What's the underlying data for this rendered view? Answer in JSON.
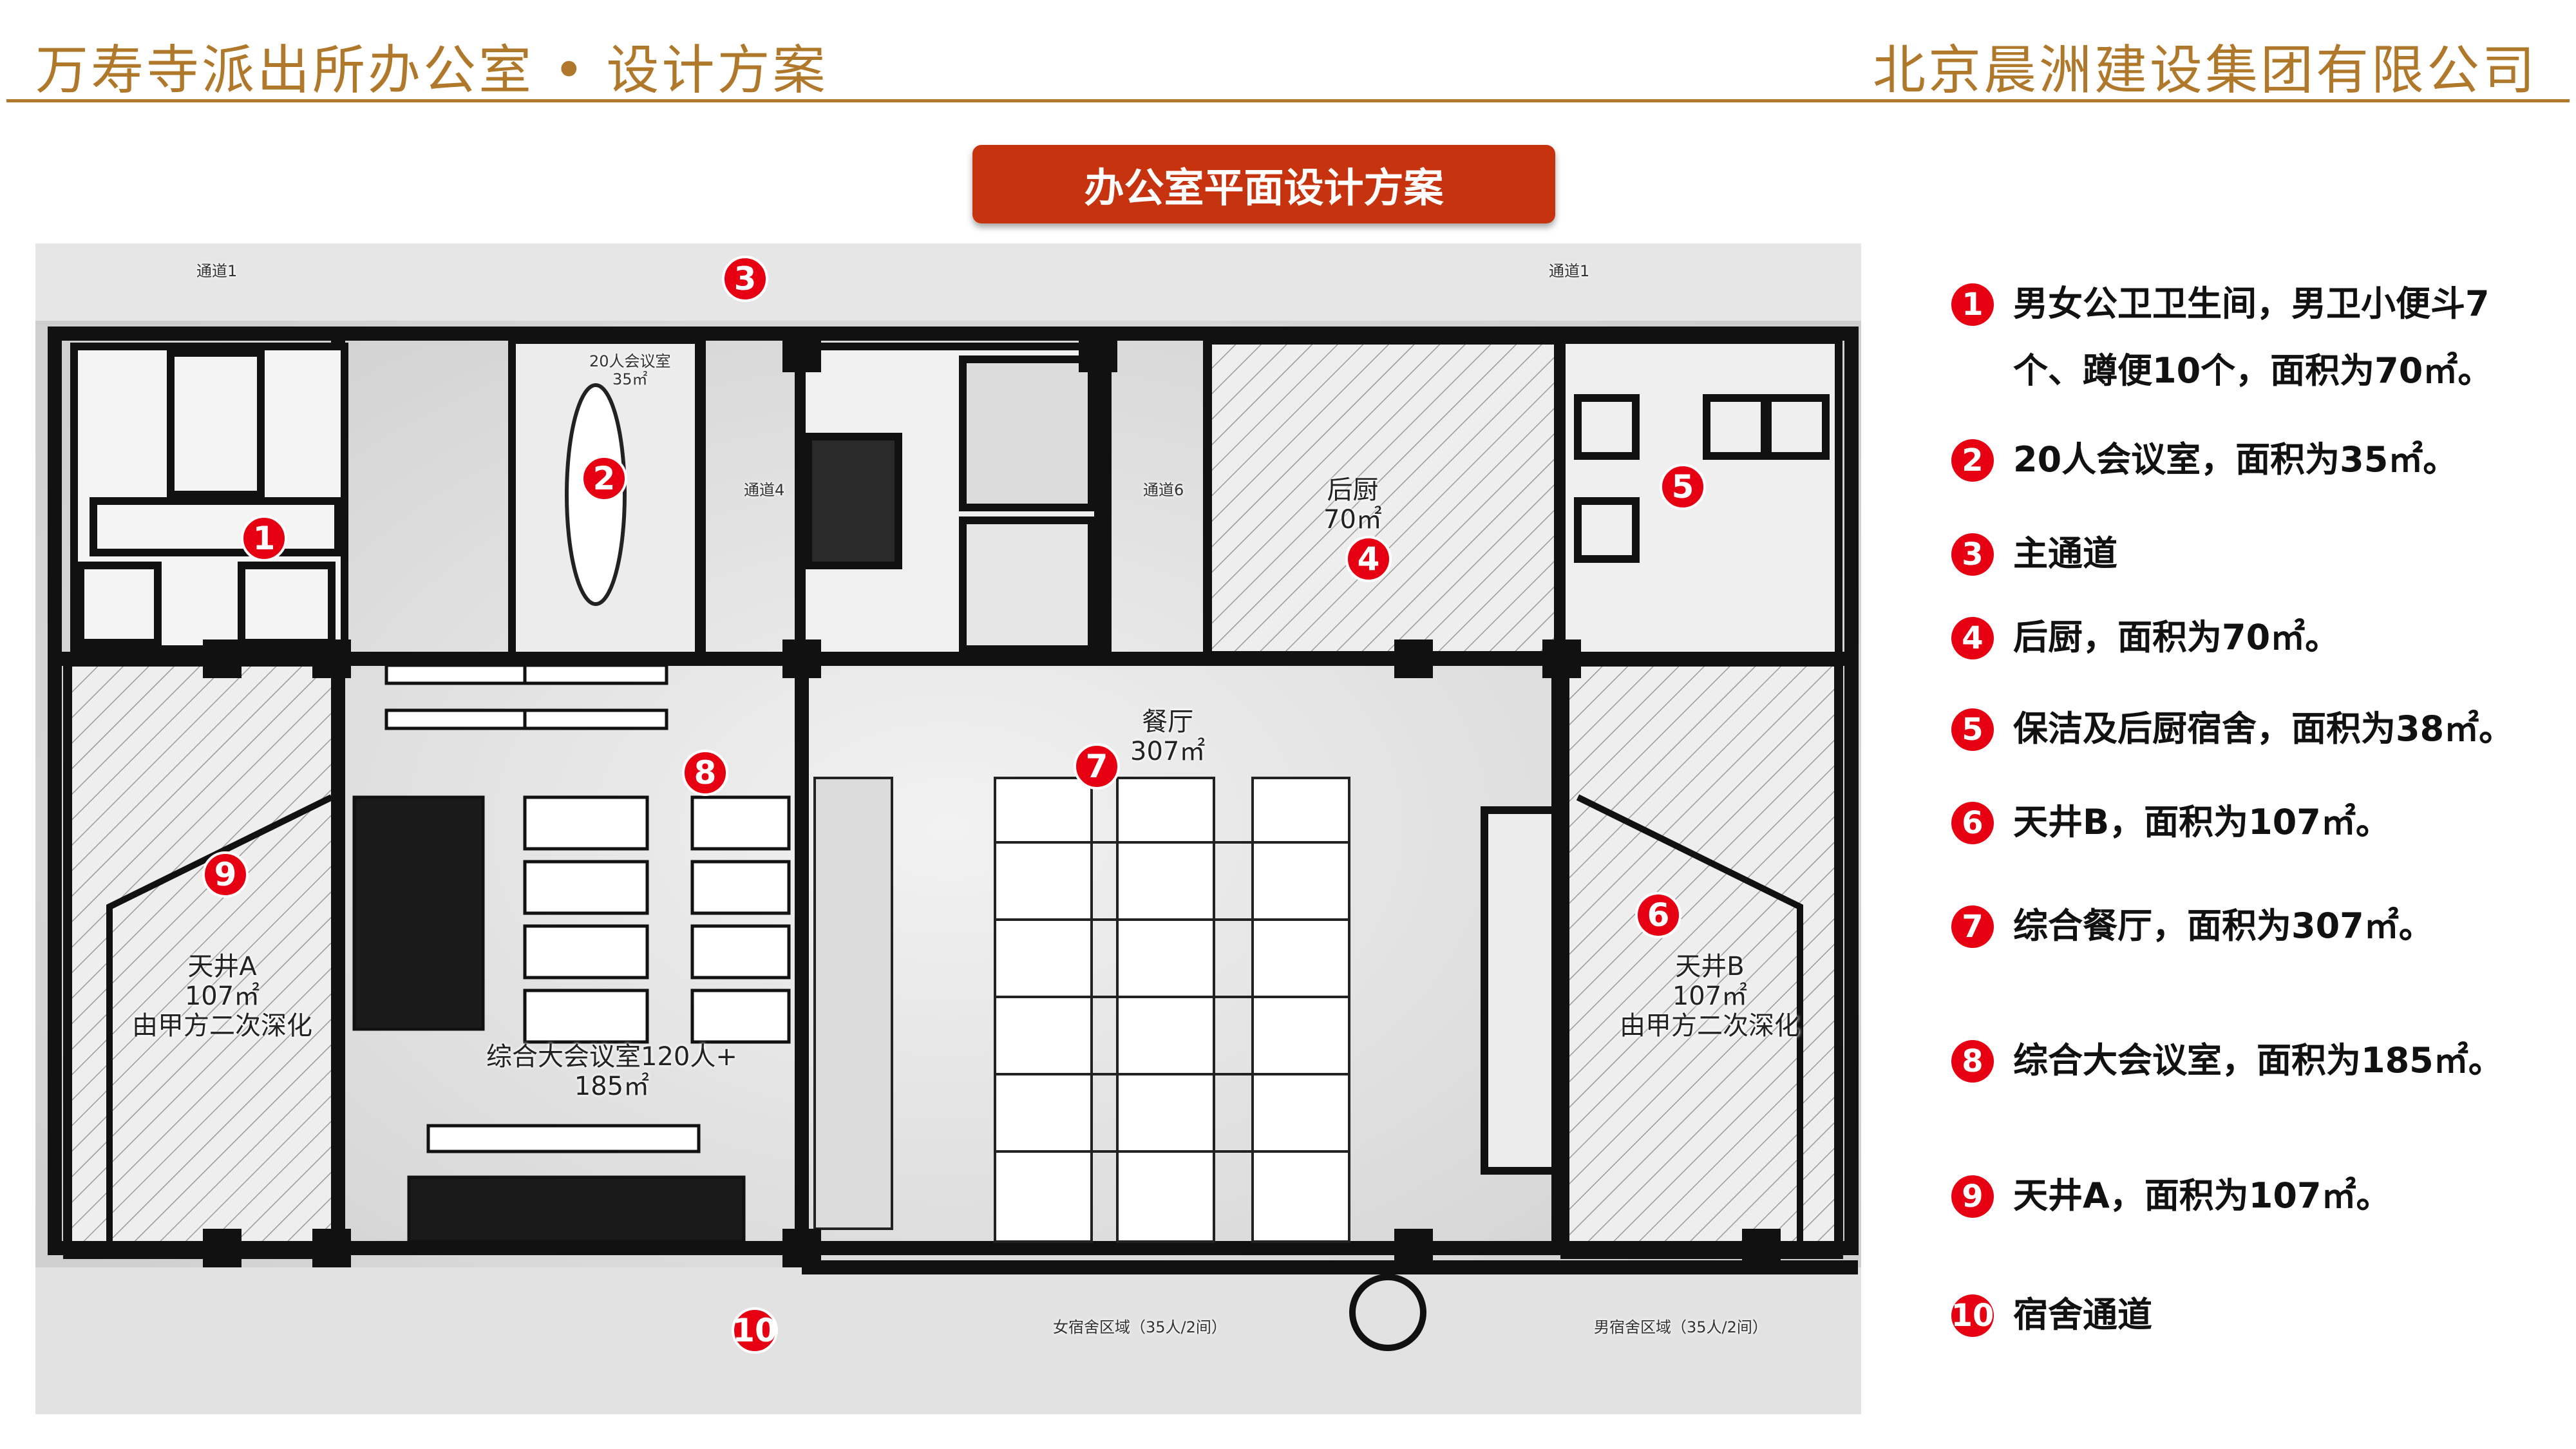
{
  "header": {
    "left_title": "万寿寺派出所办公室 • 设计方案",
    "right_title": "北京晨洲建设集团有限公司",
    "rule_color": "#b0782a"
  },
  "banner": {
    "title": "办公室平面设计方案",
    "color": "#c8330f"
  },
  "plan": {
    "labels": {
      "kitchen": "后厨\n70㎡",
      "dining": "餐厅\n307㎡",
      "hall": "综合大会议室120人+\n185㎡",
      "courtyard_a": "天井A\n107㎡\n由甲方二次深化",
      "courtyard_b": "天井B\n107㎡\n由甲方二次深化",
      "conf20": "20人会议室\n35㎡",
      "corridor_top_left": "通道1",
      "corridor_top_right": "通道1",
      "corridor_mid": "通道4",
      "corridor_mid2": "通道6",
      "dorm_f": "女宿舍区域（35人/2间）",
      "dorm_m": "男宿舍区域（35人/2间）"
    },
    "markers": [
      "1",
      "2",
      "3",
      "4",
      "5",
      "6",
      "7",
      "8",
      "9",
      "10"
    ]
  },
  "legend": {
    "items": [
      {
        "num": "1",
        "text": "男女公卫卫生间，男卫小便斗7个、蹲便10个，面积为70㎡。"
      },
      {
        "num": "2",
        "text": "20人会议室，面积为35㎡。"
      },
      {
        "num": "3",
        "text": "主通道"
      },
      {
        "num": "4",
        "text": "后厨，面积为70㎡。"
      },
      {
        "num": "5",
        "text": "保洁及后厨宿舍，面积为38㎡。"
      },
      {
        "num": "6",
        "text": "天井B，面积为107㎡。"
      },
      {
        "num": "7",
        "text": "综合餐厅，面积为307㎡。"
      },
      {
        "num": "8",
        "text": "综合大会议室，面积为185㎡。"
      },
      {
        "num": "9",
        "text": "天井A，面积为107㎡。"
      },
      {
        "num": "10",
        "text": "宿舍通道"
      }
    ],
    "marker_color": "#e60012"
  }
}
